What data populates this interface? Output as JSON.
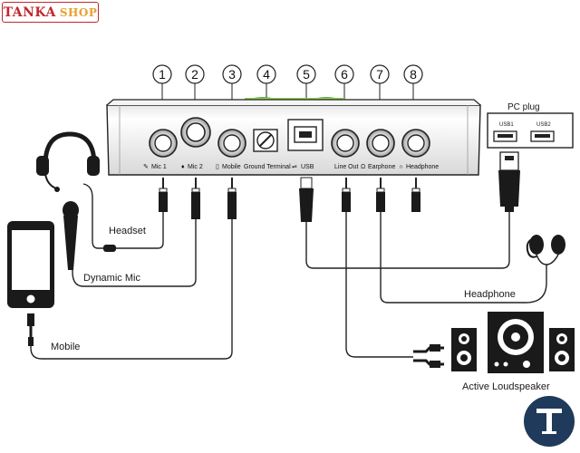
{
  "logo": {
    "brand_a": "TANKA",
    "brand_b": "SHOP"
  },
  "ports": [
    {
      "num": "1",
      "label": "Mic 1"
    },
    {
      "num": "2",
      "label": "Mic 2"
    },
    {
      "num": "3",
      "label": "Mobile"
    },
    {
      "num": "4",
      "label": "Ground Terminal"
    },
    {
      "num": "5",
      "label": "USB"
    },
    {
      "num": "6",
      "label": "Line Out"
    },
    {
      "num": "7",
      "label": "Earphone"
    },
    {
      "num": "8",
      "label": "Headphone"
    }
  ],
  "pc": {
    "title": "PC  plug",
    "usb1": "USB1",
    "usb2": "USB2"
  },
  "devices": {
    "headset": "Headset",
    "dynamic_mic": "Dynamic Mic",
    "mobile": "Mobile",
    "headphone": "Headphone",
    "loudspeaker": "Active Loudspeaker"
  },
  "colors": {
    "brand_red": "#c0282e",
    "brand_orange": "#e8a030",
    "badge": "#1f3a5a",
    "device_green": "#8fd14f"
  }
}
